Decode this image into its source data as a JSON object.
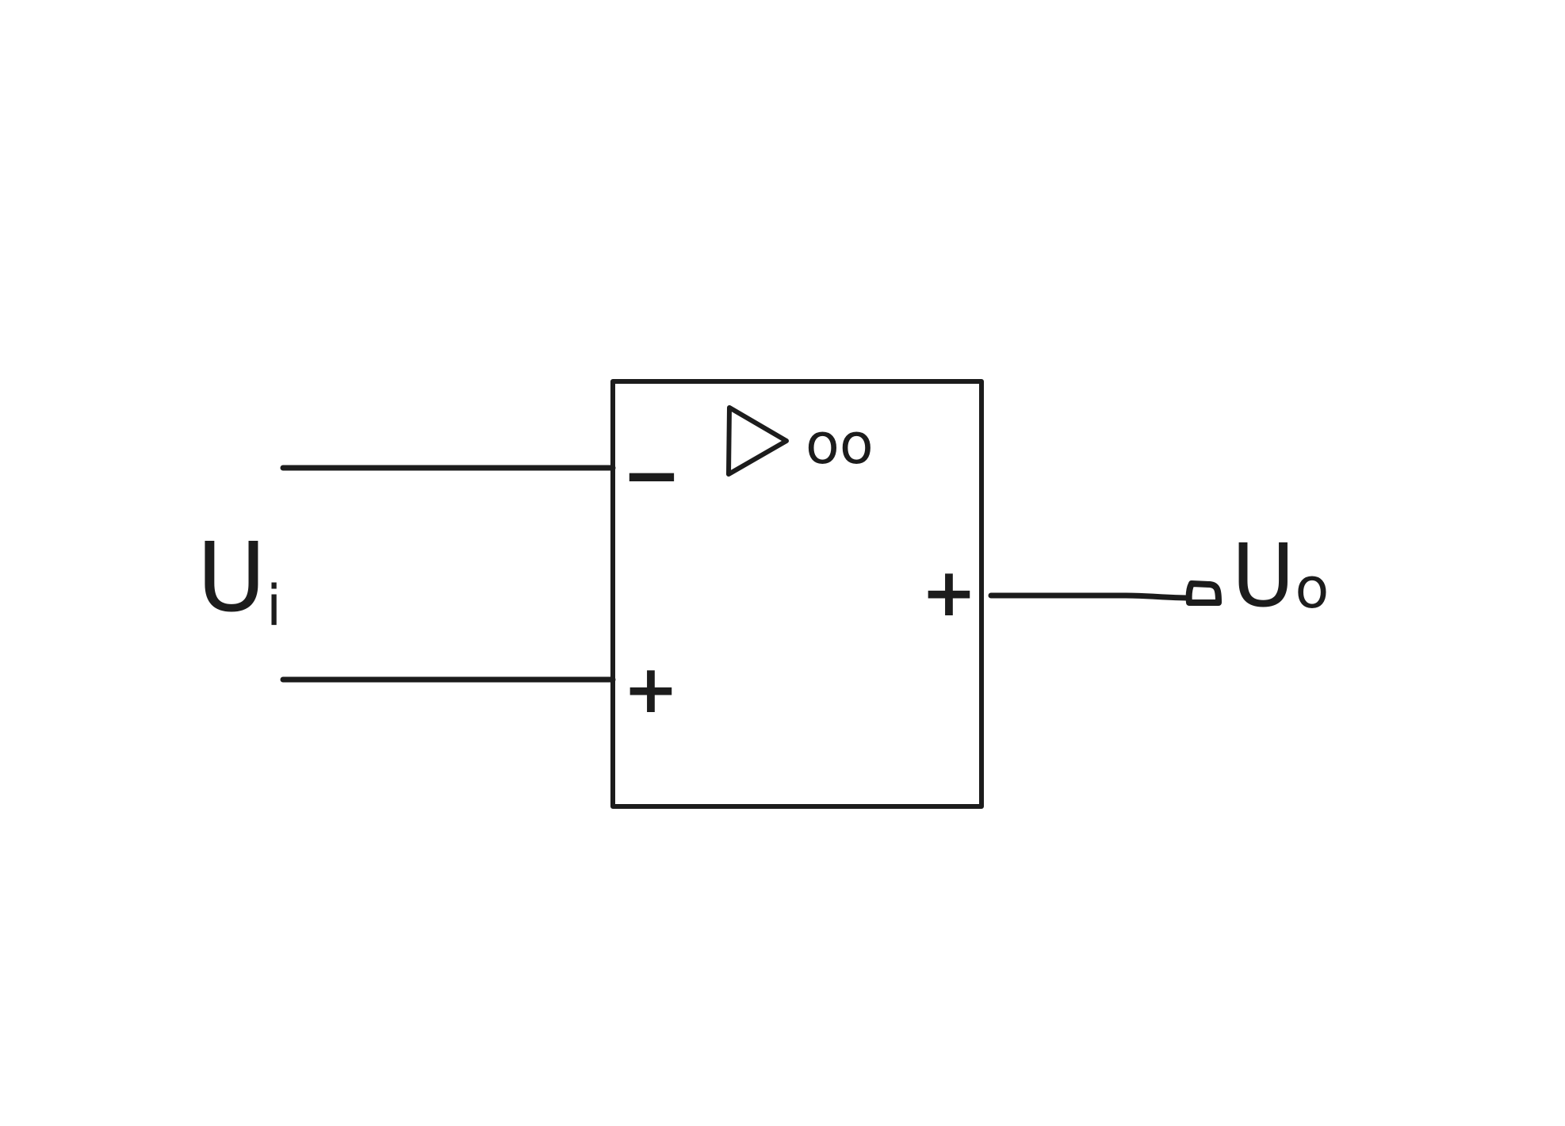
{
  "diagram": {
    "stroke_color": "#1c1c1c",
    "background": "#ffffff",
    "gain_symbol": "oo",
    "input_label": {
      "main": "U",
      "sub": "i"
    },
    "output_label": {
      "main": "U",
      "sub": "o"
    },
    "terminals": {
      "inverting": "−",
      "non_inverting": "+",
      "output": "+"
    },
    "icons": {
      "amplifier": "triangle-amplifier-icon",
      "output_node": "open-circle-node-icon"
    }
  }
}
